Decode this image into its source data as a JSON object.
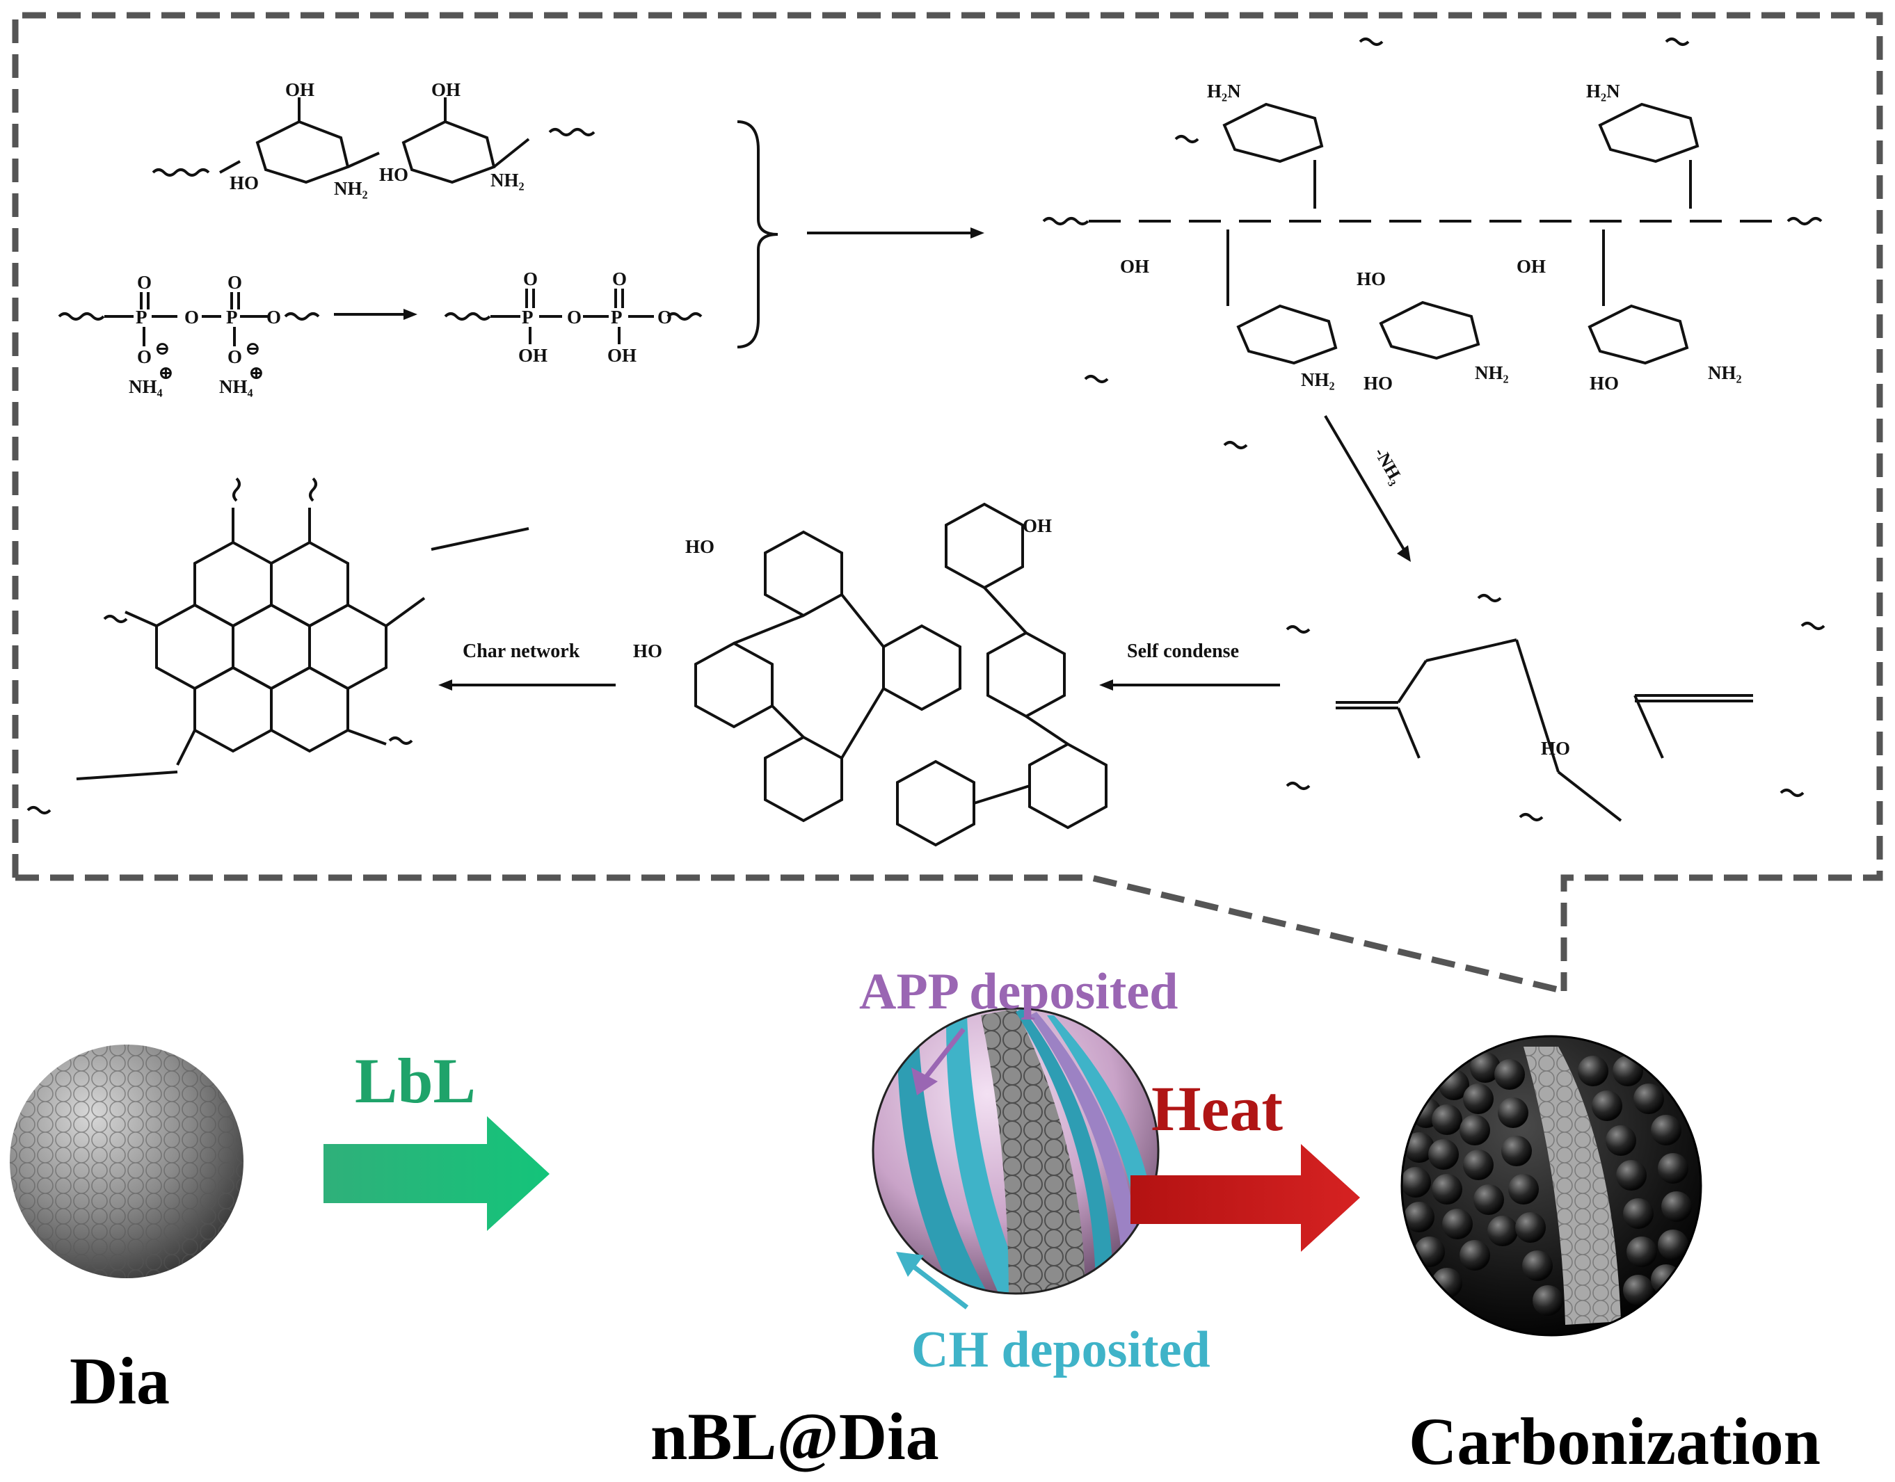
{
  "colors": {
    "border_dash": "#555555",
    "lbl_arrow": "#1fa36a",
    "heat_arrow": "#b01515",
    "app_purple": "#9a66b3",
    "ch_cyan": "#3fb3c8",
    "bond": "#111111",
    "sphere_gray": "#8a8a8a",
    "sphere_black": "#111111"
  },
  "reaction": {
    "char_network_label": "Char network",
    "self_condense_label": "Self condense",
    "nh3_label": "-NH₃",
    "atoms": {
      "oh": "OH",
      "ho": "HO",
      "nh2": "NH₂",
      "h2n": "H₂N",
      "o": "O",
      "p": "P",
      "nh4": "NH₄",
      "minus": "⊖",
      "plus": "⊕"
    }
  },
  "bottom": {
    "lbl_label": "LbL",
    "heat_label": "Heat",
    "app_label": "APP deposited",
    "ch_label": "CH deposited",
    "dia_label": "Dia",
    "nbl_label": "nBL@Dia",
    "carbonization_label": "Carbonization"
  }
}
